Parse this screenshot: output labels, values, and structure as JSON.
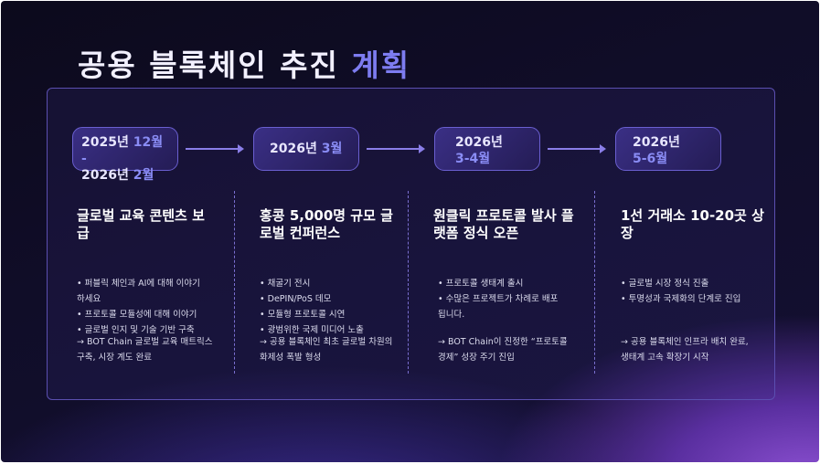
{
  "title": {
    "main": "공용 블록체인 추진",
    "highlight": "계획"
  },
  "phases": [
    {
      "date1": "2025년",
      "date1b": " 12월 -",
      "date2": "2026년",
      "date2b": " 2월",
      "heading": "글로벌 교육 콘텐츠 보급",
      "bullets": [
        "• 퍼블릭 체인과 AI에 대해 이야기하세요",
        "• 프로토콜 모듈성에 대해 이야기",
        "• 글로벌 인지 및 기술 기반 구축"
      ],
      "result": "→ BOT Chain 글로벌 교육 매트릭스 구축, 시장 계도 완료"
    },
    {
      "date1": "2026년",
      "date1b": " 3월",
      "date2": "",
      "date2b": "",
      "heading": "홍콩 5,000명 규모 글로벌 컨퍼런스",
      "bullets": [
        "• 채굴기 전시",
        "• DePIN/PoS 데모",
        "• 모듈형 프로토콜 시연",
        "• 광범위한 국제 미디어 노출"
      ],
      "result": "→ 공용 블록체인 최초 글로벌 차원의 화제성 폭발 형성"
    },
    {
      "date1": "2026년",
      "date1b": "",
      "date2": "",
      "date2b": "3-4월",
      "heading": "원클릭 프로토콜 발사 플랫폼 정식 오픈",
      "bullets": [
        "• 프로토콜 생태계 출시",
        "• 수많은 프로젝트가 차례로 배포됩니다."
      ],
      "result": "→ BOT Chain이 진정한 “프로토콜 경제” 성장 주기 진입"
    },
    {
      "date1": "2026년",
      "date1b": "",
      "date2": "",
      "date2b": "5-6월",
      "heading": "1선 거래소 10-20곳 상장",
      "bullets": [
        "• 글로벌 시장 정식 진출",
        "• 투명성과 국제화의 단계로 진입"
      ],
      "result": "→ 공용 블록체인 인프라 배치 완료, 생태계 고속 확장기 시작"
    }
  ]
}
